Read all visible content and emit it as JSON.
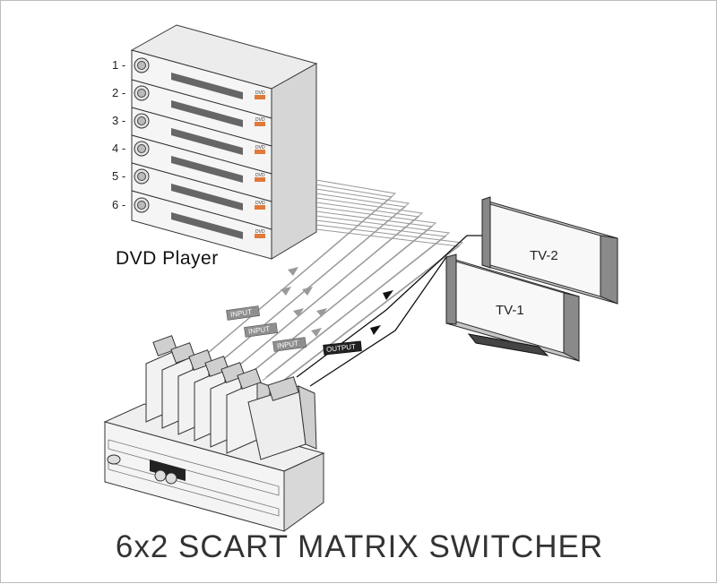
{
  "title": "6x2 SCART MATRIX SWITCHER",
  "dvd": {
    "label": "DVD Player",
    "unit_tag": "DVD",
    "numbers": [
      "1 -",
      "2 -",
      "3 -",
      "4 -",
      "5 -",
      "6 -"
    ]
  },
  "tags": {
    "input_1": "INPUT",
    "input_2": "INPUT",
    "input_3": "INPUT",
    "output": "OUTPUT"
  },
  "tvs": {
    "tv1": "TV-1",
    "tv2": "TV-2"
  }
}
